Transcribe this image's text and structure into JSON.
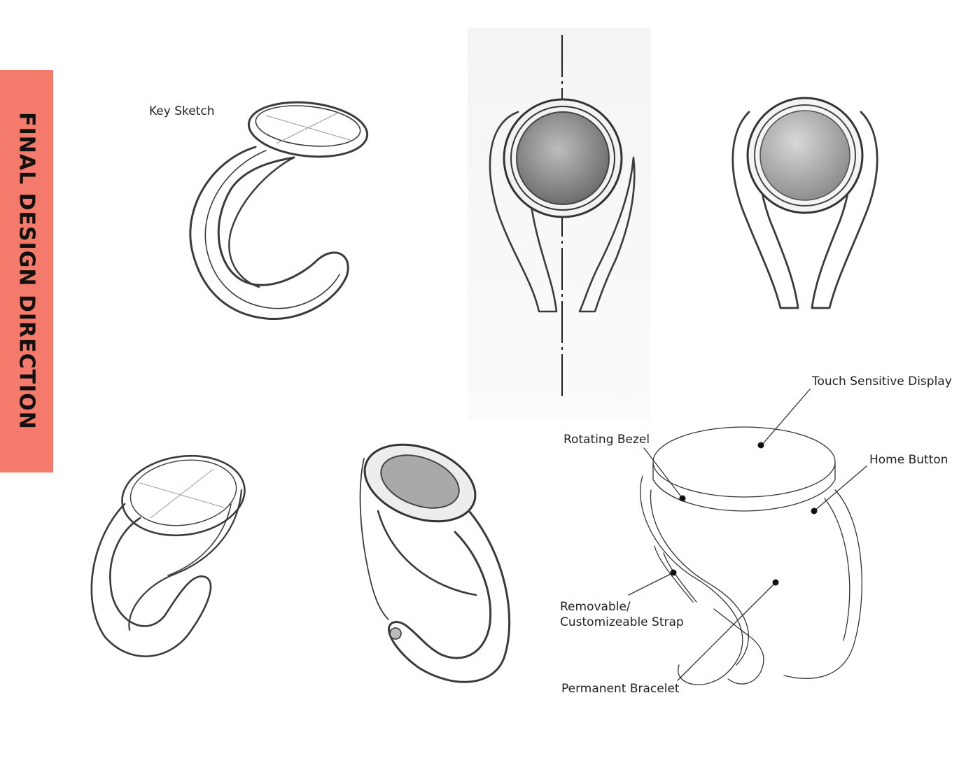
{
  "banner": {
    "title": "FINAL DESIGN DIRECTION",
    "color": "#f47a6b"
  },
  "labels": {
    "key_sketch": "Key Sketch",
    "touch_display": "Touch Sensitive Display",
    "rotating_bezel": "Rotating Bezel",
    "home_button": "Home Button",
    "removable_strap_line1": "Removable/",
    "removable_strap_line2": "Customizeable Strap",
    "permanent_bracelet": "Permanent Bracelet"
  }
}
